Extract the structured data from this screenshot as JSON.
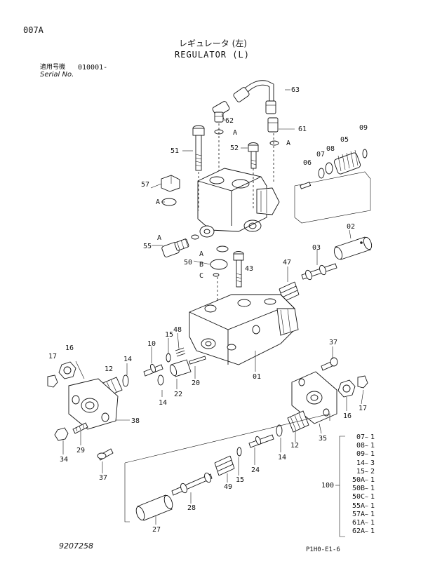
{
  "header": {
    "page_code": "007A",
    "title_jp": "レギュレータ (左)",
    "title_en": "REGULATOR (L)",
    "serial_jp": "適用号機",
    "serial_range": "010001-",
    "serial_en": "Serial No."
  },
  "footer": {
    "drawing_number": "9207258",
    "sheet_ref": "P1H0-E1-6"
  },
  "callouts": [
    "63",
    "62",
    "A",
    "61",
    "A",
    "09",
    "08",
    "07",
    "05",
    "06",
    "51",
    "52",
    "57",
    "A",
    "02",
    "A",
    "55",
    "A",
    "03",
    "50",
    "B",
    "C",
    "43",
    "47",
    "48",
    "15",
    "10",
    "14",
    "12",
    "22",
    "20",
    "01",
    "14",
    "37",
    "17",
    "16",
    "12",
    "16",
    "17",
    "38",
    "29",
    "34",
    "37",
    "49",
    "15",
    "24",
    "14",
    "12",
    "35",
    "27",
    "28"
  ],
  "kit": {
    "label": "100",
    "items": [
      {
        "part": "07",
        "qty": "1"
      },
      {
        "part": "08",
        "qty": "1"
      },
      {
        "part": "09",
        "qty": "1"
      },
      {
        "part": "14",
        "qty": "3"
      },
      {
        "part": "15",
        "qty": "2"
      },
      {
        "part": "50A",
        "qty": "1"
      },
      {
        "part": "50B",
        "qty": "1"
      },
      {
        "part": "50C",
        "qty": "1"
      },
      {
        "part": "55A",
        "qty": "1"
      },
      {
        "part": "57A",
        "qty": "1"
      },
      {
        "part": "61A",
        "qty": "1"
      },
      {
        "part": "62A",
        "qty": "1"
      }
    ]
  }
}
